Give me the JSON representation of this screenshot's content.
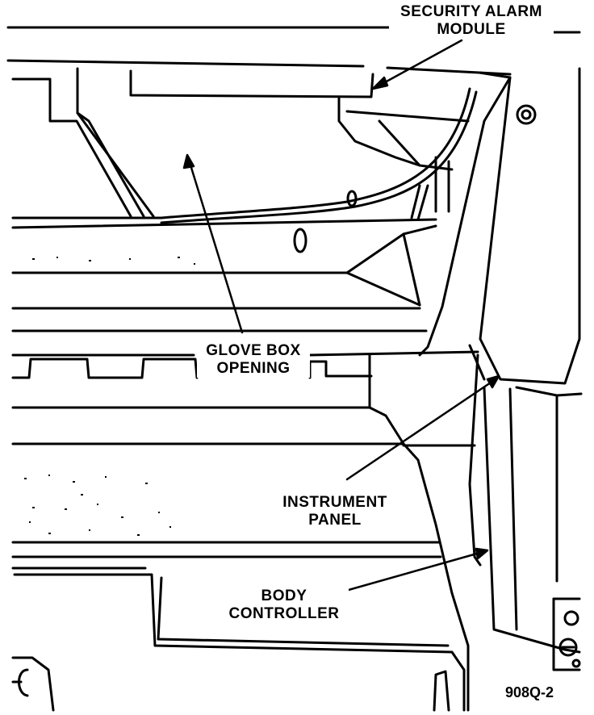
{
  "labels": {
    "security_alarm_line1": "SECURITY ALARM",
    "security_alarm_line2": "MODULE",
    "glove_box_line1": "GLOVE BOX",
    "glove_box_line2": "OPENING",
    "instrument_panel_line1": "INSTRUMENT",
    "instrument_panel_line2": "PANEL",
    "body_controller_line1": "BODY",
    "body_controller_line2": "CONTROLLER"
  },
  "figure_ref": "908Q-2",
  "colors": {
    "ink": "#000000",
    "paper": "#ffffff"
  }
}
